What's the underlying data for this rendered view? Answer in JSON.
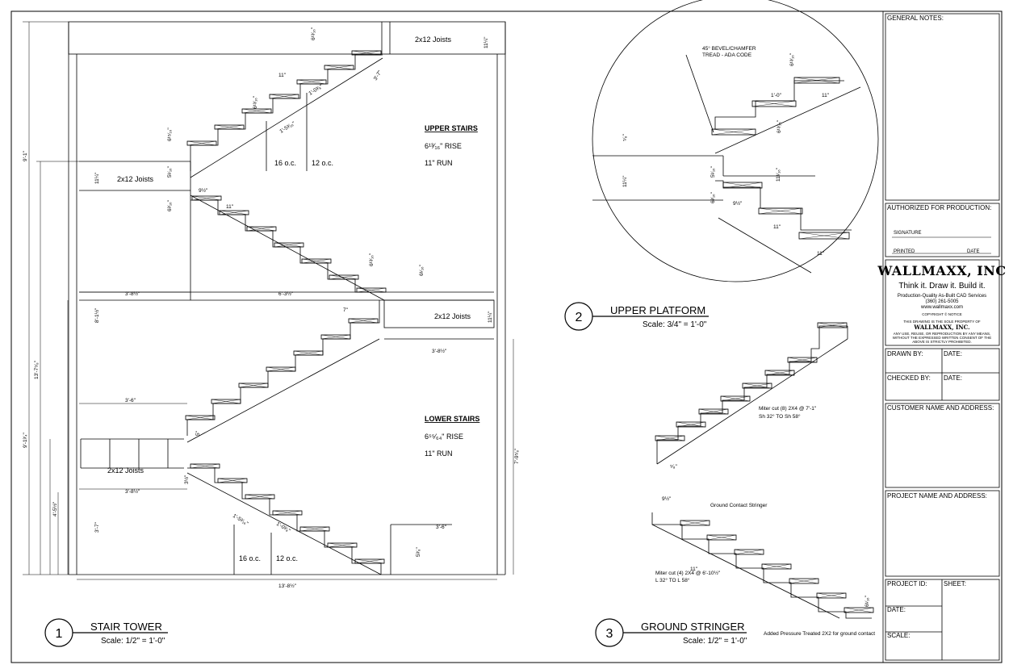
{
  "title_block": {
    "general_notes": "GENERAL NOTES:",
    "authorized": "AUTHORIZED FOR PRODUCTION:",
    "signature": "SIGNATURE",
    "printed": "PRINTED",
    "date_small": "DATE",
    "brand": "WALLMAXX, INC",
    "tagline": "Think it.  Draw it.  Build it.",
    "services": "Production-Quality As-Built CAD Services",
    "phone": "(360) 261-5005",
    "website": "www.wallmaxx.com",
    "copyright": "COPYRIGHT © NOTICE",
    "property_line": "THIS DRAWING IS THE SOLE PROPERTY OF",
    "brand_small": "WALLMAXX, INC.",
    "notice_1": "ANY USE, REUSE, OR REPRODUCTION BY ANY MEANS,",
    "notice_2": "WITHOUT THE EXPRESSED WRITTEN CONSENT OF THE",
    "notice_3": "ABOVE IS STRICTLY PROHIBITED.",
    "drawn_by": "DRAWN BY:",
    "date": "DATE:",
    "checked_by": "CHECKED BY:",
    "customer": "CUSTOMER NAME AND ADDRESS:",
    "project_name": "PROJECT NAME AND ADDRESS:",
    "project_id": "PROJECT ID:",
    "sheet": "SHEET:",
    "scale": "SCALE:"
  },
  "views": [
    {
      "num": "1",
      "title": "STAIR TOWER",
      "scale": "Scale: 1/2\" = 1'-0\""
    },
    {
      "num": "2",
      "title": "UPPER PLATFORM",
      "scale": "Scale: 3/4\" = 1'-0\""
    },
    {
      "num": "3",
      "title": "GROUND STRINGER",
      "scale": "Scale: 1/2\" = 1'-0\""
    }
  ],
  "stair_tower": {
    "joists": "2x12 Joists",
    "upper_title": "UPPER STAIRS",
    "upper_rise": "6¹³⁄₁₆\" RISE",
    "upper_run": "11\" RUN",
    "lower_title": "LOWER STAIRS",
    "lower_rise": "6⁵⁵⁄₆₄\" RISE",
    "lower_run": "11\" RUN",
    "oc16": "16 o.c.",
    "oc12": "12 o.c.",
    "d_9_1": "9'-1\"",
    "d_13_7": "13'-7⁵⁄₈\"",
    "d_9_1b": "9'-1³⁄₄\"",
    "d_8_1": "8'-1½\"",
    "d_4_5": "4'-5½\"",
    "d_3_7": "3'-7\"",
    "d_7_9": "7'-9⁵⁄₈\"",
    "d_3_8a": "3'-8½\"",
    "d_6_3": "6'-3½\"",
    "d_3_6": "3'-6\"",
    "d_3_8b": "3'-8½\"",
    "d_3_8c": "3'-8½\"",
    "d_3_6b": "3'-6\"",
    "d_13_8": "13'-8½\"",
    "d_11": "11\"",
    "d_11b": "11\"",
    "d_11_4": "11¼\"",
    "d_11_4b": "11¼\"",
    "d_11_4c": "11¼\"",
    "d_rise1": "6¹³⁄₁₆\"",
    "d_rise2": "6¹⁵⁄₁₆\"",
    "d_rise3": "5¹⁄₁₆\"",
    "d_rise4": "6³⁄₁₆\"",
    "d_rise5": "6¹⁄₁₆\"",
    "d_rise6": "5³⁄₈\"",
    "d_9_2": "9½\"",
    "d_7": "7\"",
    "d_3_2": "3½\"",
    "d_5": "5\"",
    "d_diag1": "1'-0³⁄₈\"",
    "d_diag2": "1'-5³⁄₁₆\"",
    "d_diag3": "3'-7\"",
    "d_diag4": "1'-5³⁄₁₆\"",
    "d_diag5": "1'-0³⁄₈\""
  },
  "upper_platform": {
    "bevel_1": "45° BEVEL/CHAMFER",
    "bevel_2": "TREAD - ADA CODE",
    "d_1_0": "1'-0\"",
    "d_11": "11\"",
    "d_11b": "11\"",
    "d_11c": "11\"",
    "d_r1": "6¹³⁄₁₆\"",
    "d_r2": "6¹³⁄₁₆\"",
    "d_r3": "6³⁄₁₆\"",
    "d_r4": "5¹⁄₁₆\"",
    "d_58": "⁵⁄₈\"",
    "d_11_4": "11¼\"",
    "d_11_16": "11¹⁄₁₆\"",
    "d_9_2": "9½\""
  },
  "ground_stringer": {
    "miter1_a": "Miter cut (8) 2X4 @ 7'-1\"",
    "miter1_b": "Sh 32° TO Sh 58°",
    "contact": "Ground Contact Stringer",
    "miter2_a": "Miter cut (4) 2X4 @ 6'-10½\"",
    "miter2_b": "L 32° TO L 58°",
    "added": "Added Pressure Treated 2X2 for ground contact",
    "d_11": "11\"",
    "d_9_2": "9½\"",
    "d_58": "⁵⁄₈\"",
    "d_6_16": "6¹⁄₁₆\""
  }
}
